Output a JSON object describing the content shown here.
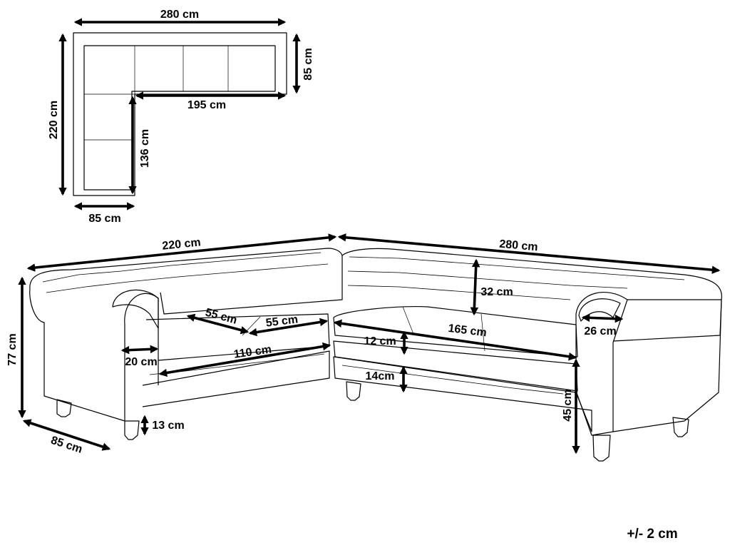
{
  "plan_view": {
    "width_label": "280 cm",
    "depth_right_label": "85 cm",
    "depth_left_label": "220 cm",
    "inner_right_label": "195 cm",
    "inner_left_label": "136 cm",
    "bottom_label": "85 cm"
  },
  "sofa_view": {
    "left_length_label": "220 cm",
    "right_length_label": "280 cm",
    "height_label": "77 cm",
    "depth_label": "85 cm",
    "backrest_label": "32 cm",
    "armrest_right_label": "26 cm",
    "seat_left_a_label": "55 cm",
    "seat_left_b_label": "55 cm",
    "seat_right_label": "165 cm",
    "seat_left_total_label": "110 cm",
    "cushion_label": "12 cm",
    "armrest_left_label": "20 cm",
    "base_label": "14cm",
    "leg_label": "13 cm",
    "seat_height_label": "45 cm"
  },
  "tolerance_label": "+/- 2 cm"
}
